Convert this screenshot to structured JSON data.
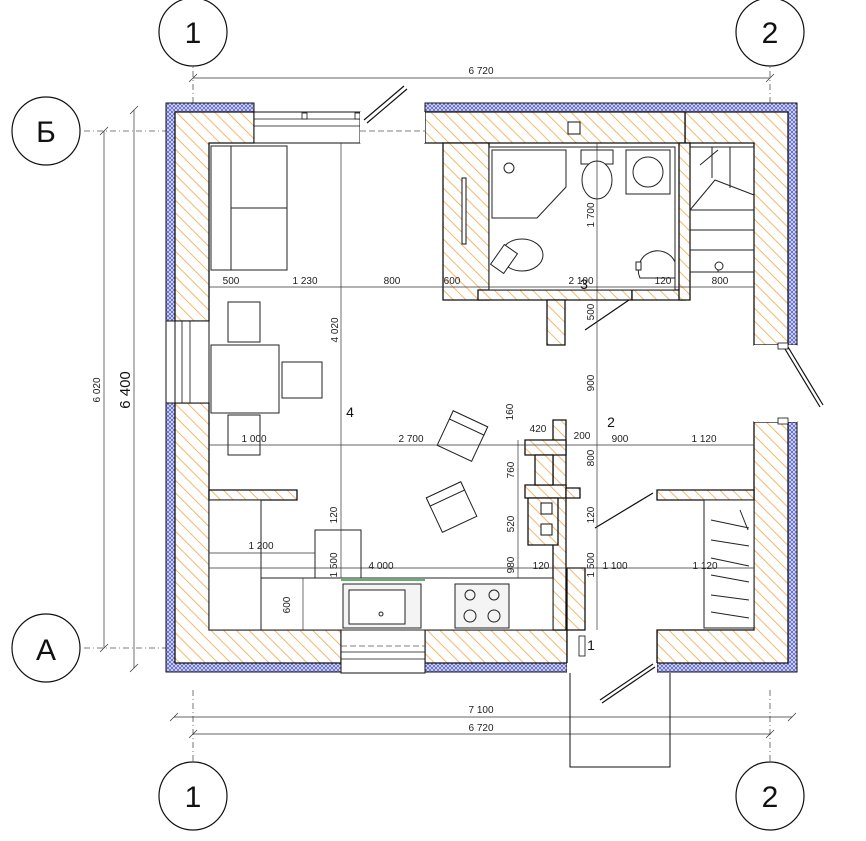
{
  "axes": {
    "col1": "1",
    "col2": "2",
    "rowB": "Б",
    "rowA": "А"
  },
  "rooms": {
    "r1": "1",
    "r2": "2",
    "r3": "3",
    "r4": "4"
  },
  "overall": {
    "top_width": "6 720",
    "bottom_width_outer": "7 100",
    "bottom_width_axes": "6 720",
    "left_height_axes": "6 020",
    "left_height_outer": "6 400"
  },
  "dims": {
    "h500": "500",
    "h1230": "1 230",
    "h800a": "800",
    "h600": "600",
    "h2100": "2 100",
    "h120a": "120",
    "h800b": "800",
    "v1700": "1 700",
    "v4020": "4 020",
    "v500": "500",
    "v900": "900",
    "v160": "160",
    "h420": "420",
    "h200": "200",
    "h900": "900",
    "h1120a": "1 120",
    "h1000": "1 000",
    "h2700": "2 700",
    "v760": "760",
    "v800": "800",
    "v120a": "120",
    "v520": "520",
    "v120b": "120",
    "h1200": "1 200",
    "v1500a": "1 500",
    "h4000": "4 000",
    "v980": "980",
    "h120b": "120",
    "v1500b": "1 500",
    "h1100": "1 100",
    "h1120b": "1 120",
    "v600": "600"
  }
}
